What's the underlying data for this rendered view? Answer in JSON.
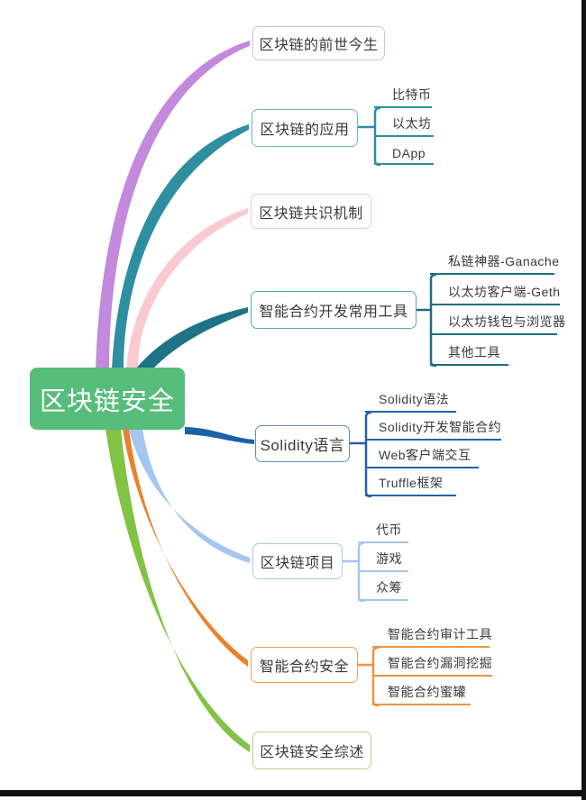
{
  "root": {
    "label": "区块链安全",
    "bg": "#57bd7b",
    "text_color": "#ffffff"
  },
  "branches": [
    {
      "label": "区块链的前世今生",
      "colors": {
        "border": "#d9bbe9",
        "curve": "#c289dc"
      }
    },
    {
      "label": "区块链的应用",
      "colors": {
        "border": "#66b9c7",
        "curve": "#2e8fa0",
        "line": "#2e8fa0"
      },
      "children": [
        "比特币",
        "以太坊",
        "DApp"
      ]
    },
    {
      "label": "区块链共识机制",
      "colors": {
        "border": "#f6c6ce",
        "curve": "#f9cbd0"
      }
    },
    {
      "label": "智能合约开发常用工具",
      "colors": {
        "border": "#58a7b6",
        "curve": "#1e7386",
        "line": "#1e6d80"
      },
      "children": [
        "私链神器-Ganache",
        "以太坊客户端-Geth",
        "以太坊钱包与浏览器",
        "其他工具"
      ]
    },
    {
      "label": "Solidity语言",
      "colors": {
        "border": "#5b8fcb",
        "curve": "#1a61a8",
        "line": "#2361aa"
      },
      "children": [
        "Solidity语法",
        "Solidity开发智能合约",
        "Web客户端交互",
        "Truffle框架"
      ]
    },
    {
      "label": "区块链项目",
      "colors": {
        "border": "#abc9ea",
        "curve": "#a4c6ef",
        "line": "#a6c6ec"
      },
      "children": [
        "代币",
        "游戏",
        "众筹"
      ]
    },
    {
      "label": "智能合约安全",
      "colors": {
        "border": "#eb9b55",
        "curve": "#e8822f",
        "line": "#ec9440"
      },
      "children": [
        "智能合约审计工具",
        "智能合约漏洞挖掘",
        "智能合约蜜罐"
      ]
    },
    {
      "label": "区块链安全综述",
      "colors": {
        "border": "#b8cf8e",
        "curve": "#82c245"
      }
    }
  ],
  "frame": {
    "color": "#111111"
  }
}
